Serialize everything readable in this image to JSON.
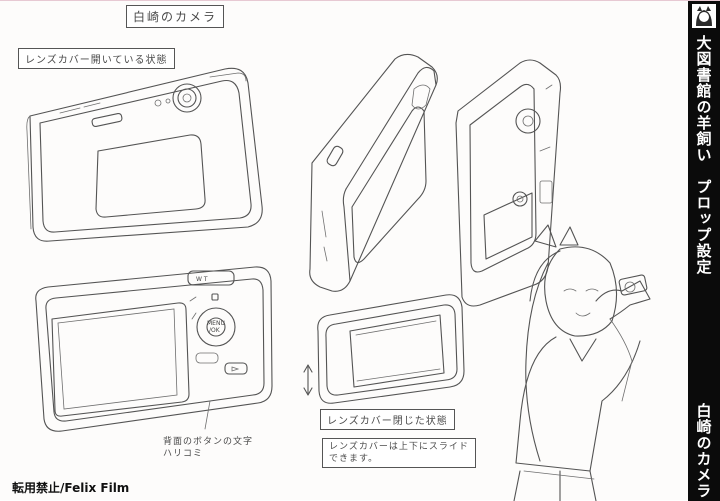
{
  "sheet": {
    "title": "白崎のカメラ",
    "label_open": "レンズカバー開いている状態",
    "label_closed": "レンズカバー閉じた状態",
    "note_buttons": "背面のボタンの文字\nハリコミ",
    "note_slide": "レンズカバーは上下にスライド\nできます。",
    "button_wt": "W  T",
    "button_menu": "MENU",
    "button_ok": "/OK"
  },
  "footer": {
    "text": "転用禁止/Felix Film"
  },
  "sidebar": {
    "title": "大図書館の羊飼い　プロップ設定",
    "bottom": "白崎のカメラ",
    "avatar_icon": "character-avatar-icon",
    "bg_color": "#0b0b0b",
    "text_color": "#ffffff"
  }
}
